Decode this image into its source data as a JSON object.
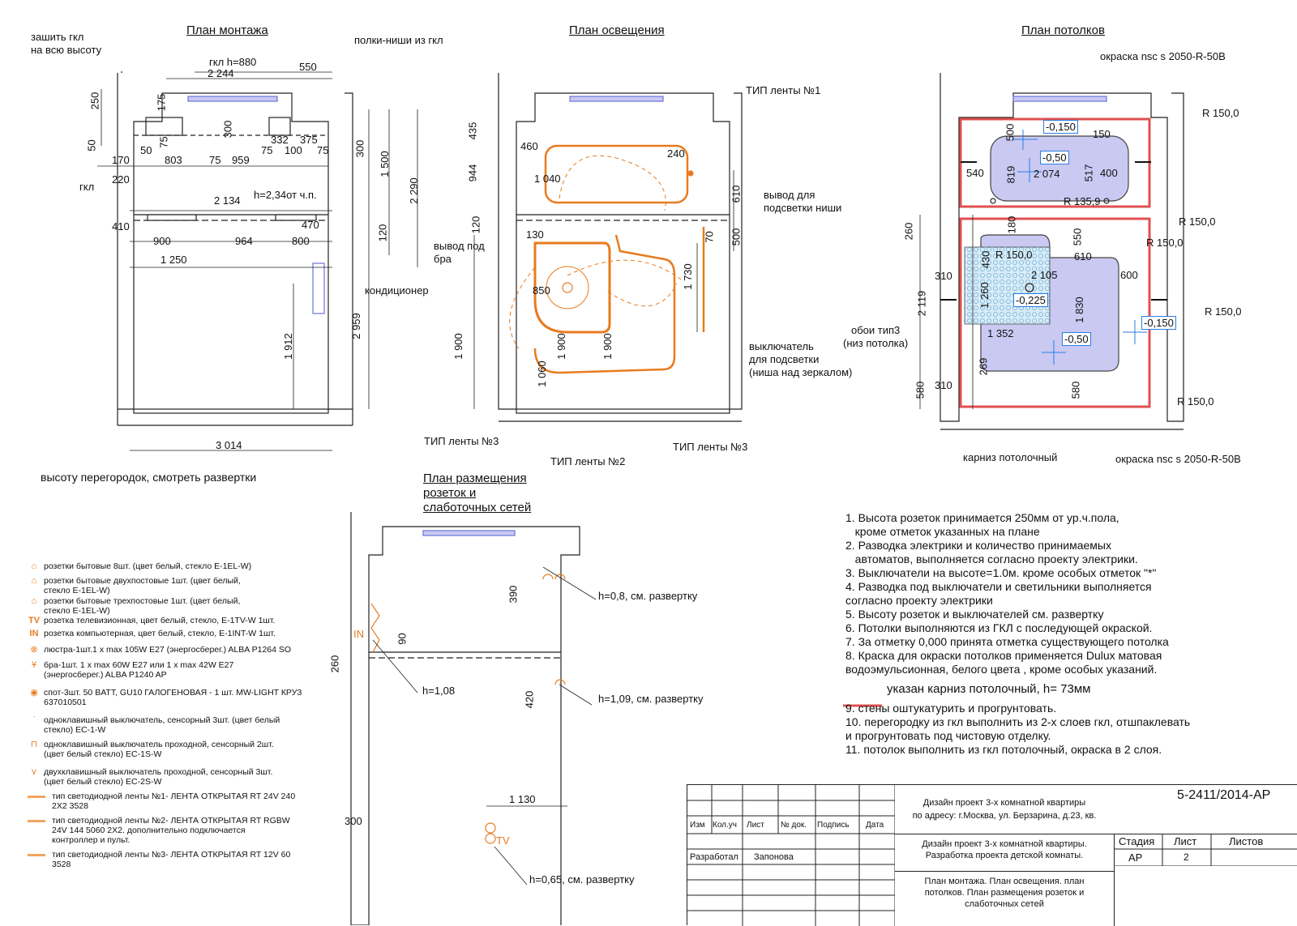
{
  "titles": {
    "mount": "План монтажа",
    "light": "План освещения",
    "ceiling": "План потолков",
    "sockets": "План размещения\nрозеток и\nслаботочных сетей"
  },
  "mount": {
    "labels": {
      "zashit": "зашить гкл\nна всю высоту",
      "polki": "полки-ниши из гкл",
      "gkl880": "гкл h=880",
      "gkl": "гкл",
      "h234": "h=2,34от ч.п.",
      "cond": "кондиционер",
      "partitions": "высоту перегородок, смотреть развертки"
    },
    "dims": [
      "550",
      "2 244",
      "250",
      "175",
      "300",
      "50",
      "170",
      "50",
      "75",
      "803",
      "75",
      "959",
      "75",
      "332",
      "100",
      "375",
      "75",
      "220",
      "2 134",
      "410",
      "470",
      "900",
      "964",
      "800",
      "1 250",
      "300",
      "1 500",
      "120",
      "2 290",
      "2 959",
      "1 912",
      "3 014"
    ]
  },
  "light": {
    "labels": {
      "tip1": "ТИП ленты №1",
      "vyvod_niche": "вывод для\nподсветки ниши",
      "vyvod_bra": "вывод под\nбра",
      "switch": "выключатель\nдля подсветки\n(ниша над зеркалом)",
      "tip3a": "ТИП ленты №3",
      "tip2": "ТИП ленты №2",
      "tip3b": "ТИП ленты №3"
    },
    "dims": [
      "435",
      "944",
      "120",
      "460",
      "240",
      "1 040",
      "130",
      "850",
      "1 900",
      "1 060",
      "1 900",
      "1 900",
      "1 730",
      "610",
      "500",
      "70"
    ]
  },
  "ceiling": {
    "labels": {
      "paint_top": "окраска nsc s 2050-R-50B",
      "paint_bottom": "окраска nsc s 2050-R-50B",
      "r150": "R 150,0",
      "r1359": "R 135,9",
      "wallpaper": "обои тип3\n(низ потолка)",
      "karniz": "карниз потолочный"
    },
    "marks": [
      "-0,150",
      "-0,50",
      "-0,225",
      "-0,50",
      "-0,150"
    ],
    "dims": [
      "500",
      "150",
      "540",
      "819",
      "2 074",
      "517",
      "400",
      "260",
      "180",
      "550",
      "610",
      "430",
      "R 150,0",
      "2 105",
      "310",
      "2 119",
      "1 260",
      "1 830",
      "600",
      "1 352",
      "269",
      "580",
      "310",
      "580"
    ]
  },
  "sockets": {
    "labels": {
      "h08": "h=0,8, см. развертку",
      "h108": "h=1,08",
      "h109": "h=1,09, см. развертку",
      "h065": "h=0,65, см. развертку",
      "in": "IN",
      "tv": "TV"
    },
    "dims": [
      "390",
      "90",
      "260",
      "420",
      "300",
      "1 130"
    ]
  },
  "legend": [
    {
      "icon": "socket",
      "text": "розетки бытовые 8шт. (цвет белый, стекло  E-1EL-W)"
    },
    {
      "icon": "socket",
      "text": "розетки бытовые двухпостовые 1шт. (цвет белый,\nстекло  E-1EL-W)"
    },
    {
      "icon": "socket",
      "text": "розетки бытовые трехпостовые 1шт. (цвет белый,\nстекло  E-1EL-W)"
    },
    {
      "icon": "tv",
      "text": "розетка телевизионная, цвет белый, стекло, E-1TV-W 1шт."
    },
    {
      "icon": "in",
      "text": "розетка компьютерная, цвет белый, стекло, E-1INT-W 1шт."
    },
    {
      "icon": "chandelier",
      "text": "люстра-1шт.1 x max 105W E27 (энергосберег.) ALBA P1264 SO"
    },
    {
      "icon": "sconce",
      "text": "бра-1шт. 1 x max 60W E27 или 1 x max 42W E27\n(энергосберег.) ALBA P1240 AP"
    },
    {
      "icon": "spot",
      "text": "спот-3шт. 50 BATT, GU10 ГАЛОГЕНОВАЯ - 1 шт. MW-LIGHT КРУЗ\n637010501"
    },
    {
      "icon": "switch",
      "text": "одноклавишный выключатель, сенсорный 3шт. (цвет белый\nстекло) EC-1-W"
    },
    {
      "icon": "switch2",
      "text": "одноклавишный выключатель проходной, сенсорный 2шт.\n(цвет белый стекло) EC-1S-W"
    },
    {
      "icon": "switch3",
      "text": "двухклавишный выключатель проходной, сенсорный 3шт.\n(цвет белый стекло) EC-2S-W"
    },
    {
      "icon": "strip",
      "text": "тип светодиодной ленты №1- ЛЕНТА ОТКРЫТАЯ RT 24V 240\n2X2 3528"
    },
    {
      "icon": "strip",
      "text": "тип светодиодной ленты №2- ЛЕНТА ОТКРЫТАЯ RT RGBW\n24V 144 5060 2X2. дополнительно подключается\nконтроллер и пульт."
    },
    {
      "icon": "strip",
      "text": "тип светодиодной ленты №3- ЛЕНТА ОТКРЫТАЯ RT 12V 60\n3528"
    }
  ],
  "notes": [
    "1. Высота розеток принимается 250мм от ур.ч.пола,",
    "   кроме отметок указанных на плане",
    "2. Разводка электрики и количество принимаемых",
    "   автоматов, выполняется согласно проекту электрики.",
    "3. Выключатели на высоте=1.0м. кроме особых отметок \"*\"",
    "4. Разводка под выключатели и светильники выполняется",
    "согласно проекту электрики",
    "5. Высоту розеток и выключателей см. развертку",
    "6. Потолки выполняются из ГКЛ с последующей окраской.",
    "7. За отметку 0,000 принята отметка существующего потолка",
    "8. Краска для окраски потолков применяется Dulux матовая",
    "водоэмульсионная, белого цвета , кроме особых указаний."
  ],
  "karniz_note": "указан карниз потолочный, h= 73мм",
  "notes2": [
    "9. стены оштукатурить и прогрунтовать.",
    "10. перегородку из гкл выполнить из 2-х слоев гкл, отшпаклевать",
    "и прогрунтовать под чистовую отделку.",
    "11. потолок выполнить из гкл потолочный, окраска в 2 слоя."
  ],
  "stamp": {
    "code": "5-2411/2014-АР",
    "project": "Дизайн проект 3-х комнатной квартиры\nпо адресу: г.Москва, ул. Берзарина, д.23, кв.",
    "subproject": "Дизайн проект 3-х комнатной квартиры.\nРазработка проекта детской комнаты.",
    "sheet_title": "План монтажа. План освещения. план\nпотолков. План размещения розеток и\nслаботочных сетей",
    "cols": [
      "Изм",
      "Кол.уч",
      "Лист",
      "№ док.",
      "Подпись",
      "Дата"
    ],
    "stage_h": "Стадия",
    "list_h": "Лист",
    "lists_h": "Листов",
    "stage": "АР",
    "list": "2",
    "developed": "Разработал",
    "author": "Запонова"
  },
  "colors": {
    "orange": "#e87b1e",
    "red": "#e05050",
    "blue": "#6c74d8",
    "lilac": "#c9c9f2",
    "tile": "#cfe8f7"
  }
}
